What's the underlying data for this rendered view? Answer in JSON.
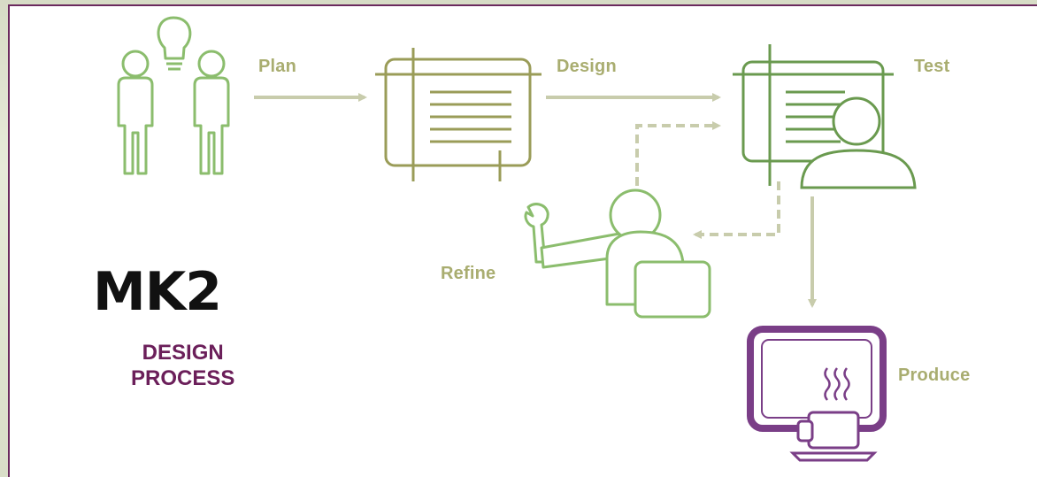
{
  "diagram": {
    "steps": {
      "plan": "Plan",
      "design": "Design",
      "test": "Test",
      "refine": "Refine",
      "produce": "Produce"
    },
    "logo": "MK2",
    "subtitle_line1": "DESIGN",
    "subtitle_line2": "PROCESS"
  },
  "colors": {
    "plan_icon": "#8bbd6d",
    "design_icon": "#9a9c58",
    "test_icon": "#6a9a4f",
    "produce_icon": "#7a3e87",
    "arrows": "#c8ccac",
    "labels": "#a9ad70",
    "subtitle": "#6b1f5a",
    "frame_border": "#6b2a5e"
  },
  "icons": [
    "people-idea-icon",
    "document-icon",
    "screen-person-icon",
    "wrench-person-icon",
    "monitor-coffee-icon"
  ]
}
